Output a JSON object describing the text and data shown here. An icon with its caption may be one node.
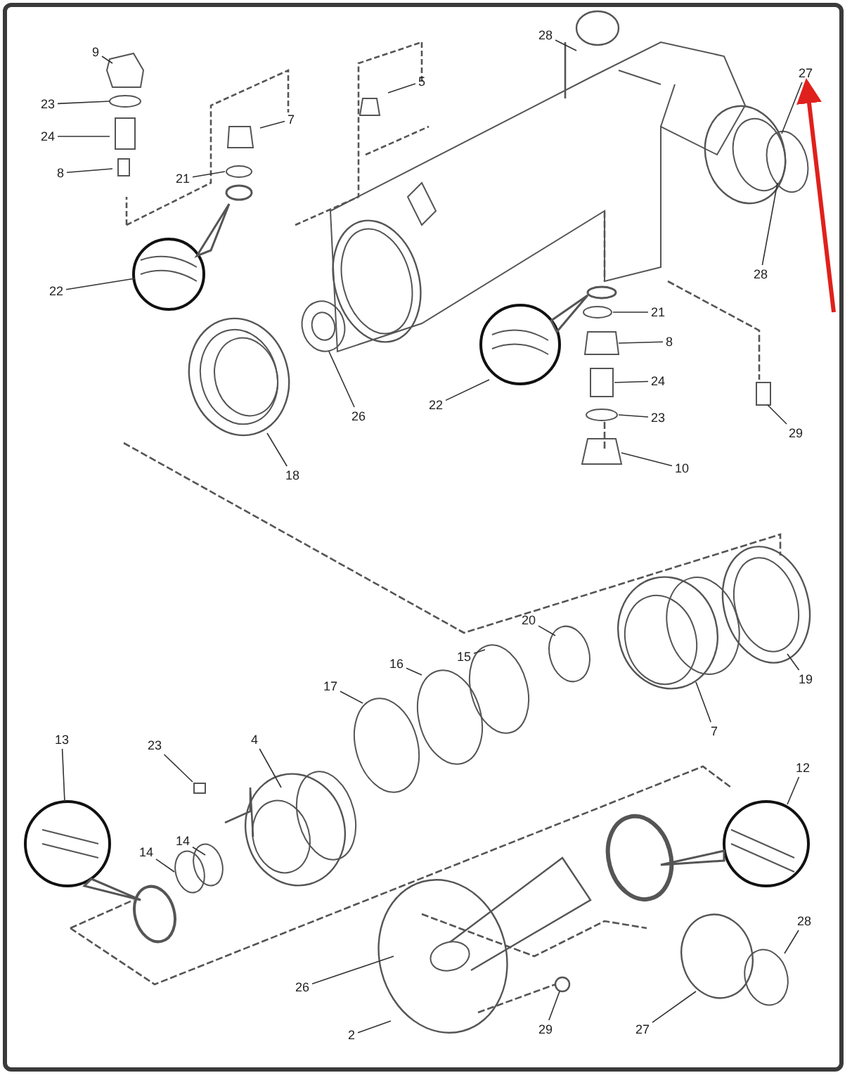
{
  "diagram": {
    "nodes": [
      {
        "text": [
          "9"
        ]
      },
      {
        "text": [
          "28"
        ]
      },
      {
        "text": [
          "27"
        ]
      },
      {
        "text": [
          "5"
        ]
      },
      {
        "text": [
          "23"
        ]
      },
      {
        "text": [
          "7"
        ]
      },
      {
        "text": [
          "24"
        ]
      },
      {
        "text": [
          "8"
        ]
      },
      {
        "text": [
          "21"
        ]
      },
      {
        "text": [
          "28"
        ]
      },
      {
        "text": [
          "22"
        ]
      },
      {
        "text": [
          "21"
        ]
      },
      {
        "text": [
          "8"
        ]
      },
      {
        "text": [
          "24"
        ]
      },
      {
        "text": [
          "22"
        ]
      },
      {
        "text": [
          "23"
        ]
      },
      {
        "text": [
          "26"
        ]
      },
      {
        "text": [
          "29"
        ]
      },
      {
        "text": [
          "10"
        ]
      },
      {
        "text": [
          "18"
        ]
      },
      {
        "text": [
          "20"
        ]
      },
      {
        "text": [
          "15"
        ]
      },
      {
        "text": [
          "16"
        ]
      },
      {
        "text": [
          "17"
        ]
      },
      {
        "text": [
          "19"
        ]
      },
      {
        "text": [
          "7"
        ]
      },
      {
        "text": [
          "13"
        ]
      },
      {
        "text": [
          "23"
        ]
      },
      {
        "text": [
          "4"
        ]
      },
      {
        "text": [
          "12"
        ]
      },
      {
        "text": [
          "14"
        ]
      },
      {
        "text": [
          "14"
        ]
      },
      {
        "text": [
          "28"
        ]
      },
      {
        "text": [
          "26"
        ]
      },
      {
        "text": [
          "2"
        ]
      },
      {
        "text": [
          "29"
        ]
      },
      {
        "text": [
          "27"
        ]
      }
    ],
    "edges": [
      {
        "from": 0,
        "to": null,
        "arrow": "none"
      },
      {
        "from": 1,
        "to": null,
        "arrow": "none"
      },
      {
        "from": 2,
        "to": null,
        "arrow": "none"
      },
      {
        "from": 3,
        "to": null,
        "arrow": "none"
      },
      {
        "from": 4,
        "to": null,
        "arrow": "none"
      },
      {
        "from": 5,
        "to": null,
        "arrow": "none"
      },
      {
        "from": 6,
        "to": null,
        "arrow": "none"
      },
      {
        "from": 7,
        "to": null,
        "arrow": "none"
      },
      {
        "from": 8,
        "to": null,
        "arrow": "none"
      },
      {
        "from": 9,
        "to": null,
        "arrow": "none"
      },
      {
        "from": 10,
        "to": null,
        "arrow": "none"
      },
      {
        "from": 11,
        "to": null,
        "arrow": "none"
      },
      {
        "from": 12,
        "to": null,
        "arrow": "none"
      },
      {
        "from": 13,
        "to": null,
        "arrow": "none"
      },
      {
        "from": 14,
        "to": null,
        "arrow": "none"
      },
      {
        "from": 15,
        "to": null,
        "arrow": "none"
      },
      {
        "from": 16,
        "to": null,
        "arrow": "none"
      },
      {
        "from": 17,
        "to": null,
        "arrow": "none"
      },
      {
        "from": 18,
        "to": null,
        "arrow": "none"
      },
      {
        "from": 19,
        "to": null,
        "arrow": "none"
      },
      {
        "from": 20,
        "to": null,
        "arrow": "none"
      },
      {
        "from": 21,
        "to": null,
        "arrow": "none"
      },
      {
        "from": 22,
        "to": null,
        "arrow": "none"
      },
      {
        "from": 23,
        "to": null,
        "arrow": "none"
      },
      {
        "from": 24,
        "to": null,
        "arrow": "none"
      },
      {
        "from": 25,
        "to": null,
        "arrow": "none"
      },
      {
        "from": 26,
        "to": null,
        "arrow": "none"
      },
      {
        "from": 27,
        "to": null,
        "arrow": "none"
      },
      {
        "from": 28,
        "to": null,
        "arrow": "none"
      },
      {
        "from": 29,
        "to": null,
        "arrow": "none"
      },
      {
        "from": 30,
        "to": null,
        "arrow": "none"
      },
      {
        "from": 31,
        "to": null,
        "arrow": "none"
      },
      {
        "from": 32,
        "to": null,
        "arrow": "none"
      },
      {
        "from": 33,
        "to": null,
        "arrow": "none"
      },
      {
        "from": 34,
        "to": null,
        "arrow": "none"
      },
      {
        "from": 35,
        "to": null,
        "arrow": "none"
      },
      {
        "from": 36,
        "to": null,
        "arrow": "none"
      },
      {
        "from": null,
        "to": 2,
        "arrow": "to",
        "style": "thick",
        "color": "#e0201c"
      }
    ]
  }
}
